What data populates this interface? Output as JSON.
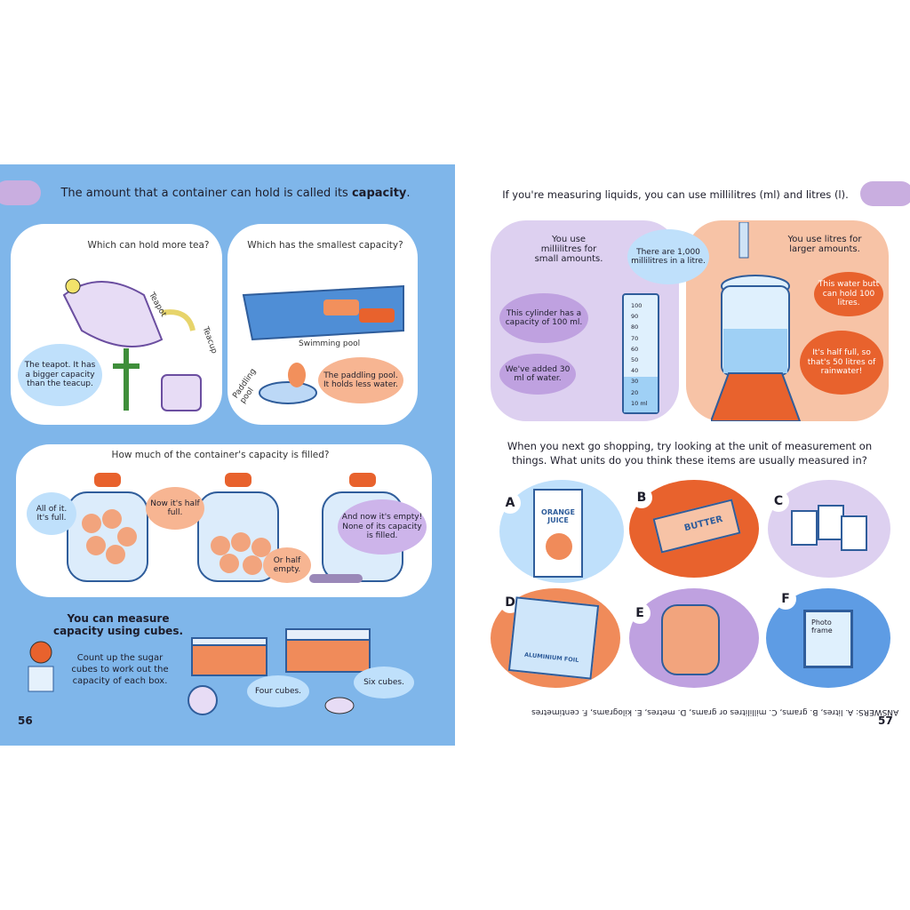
{
  "left_page": {
    "heading_prefix": "The amount that a container can hold is called its ",
    "heading_bold": "capacity",
    "heading_suffix": ".",
    "panel1": {
      "title": "Which can hold more tea?",
      "teapot_label": "Teapot",
      "teacup_label": "Teacup",
      "bubble": "The teapot. It has a bigger capacity than the teacup."
    },
    "panel2": {
      "title": "Which has the smallest capacity?",
      "pool_label": "Swimming pool",
      "paddling_label": "Paddling pool",
      "bubble": "The paddling pool. It holds less water."
    },
    "panel3": {
      "title": "How much of the container's capacity is filled?",
      "bubble_full": "All of it. It's full.",
      "bubble_half": "Now it's half full.",
      "bubble_half_empty": "Or half empty.",
      "bubble_empty": "And now it's empty! None of its capacity is filled."
    },
    "cubes_heading": "You can measure capacity using cubes.",
    "cubes_text": "Count up the sugar cubes to work out the capacity of each box.",
    "bubble_four": "Four cubes.",
    "bubble_six": "Six cubes.",
    "page_number": "56"
  },
  "right_page": {
    "heading": "If you're measuring liquids, you can use millilitres (ml) and litres (l).",
    "ml_caption": "You use millilitres for small amounts.",
    "litres_caption": "You use litres for larger amounts.",
    "bubble_1000": "There are 1,000 millilitres in a litre.",
    "bubble_cylinder": "This cylinder has a capacity of 100 ml.",
    "bubble_added": "We've added 30 ml of water.",
    "bubble_butt": "This water butt can hold 100 litres.",
    "bubble_halffull": "It's half full, so that's 50 litres of rainwater!",
    "cylinder_ticks": [
      "100",
      "90",
      "80",
      "70",
      "60",
      "50",
      "40",
      "30",
      "20",
      "10 ml"
    ],
    "shopping_heading": "When you next go shopping, try looking at the unit of measurement on things. What units do you think these items are usually measured in?",
    "items": [
      {
        "letter": "A",
        "label": "ORANGE JUICE"
      },
      {
        "letter": "B",
        "label": "BUTTER"
      },
      {
        "letter": "C",
        "label": ""
      },
      {
        "letter": "D",
        "label": "ALUMINIUM FOIL"
      },
      {
        "letter": "E",
        "label": ""
      },
      {
        "letter": "F",
        "label": "Photo frame"
      }
    ],
    "answers": "ANSWERS: A. litres, B. grams, C. millilitres or grams, D. metres, E. kilograms, F. centimetres",
    "page_number": "57"
  },
  "colors": {
    "page_blue": "#7fb6ea",
    "bubble_blue": "#bfe0fb",
    "bubble_orange": "#f7b592",
    "accent_orange": "#e8622d",
    "bubble_purple": "#cdb4ea"
  }
}
